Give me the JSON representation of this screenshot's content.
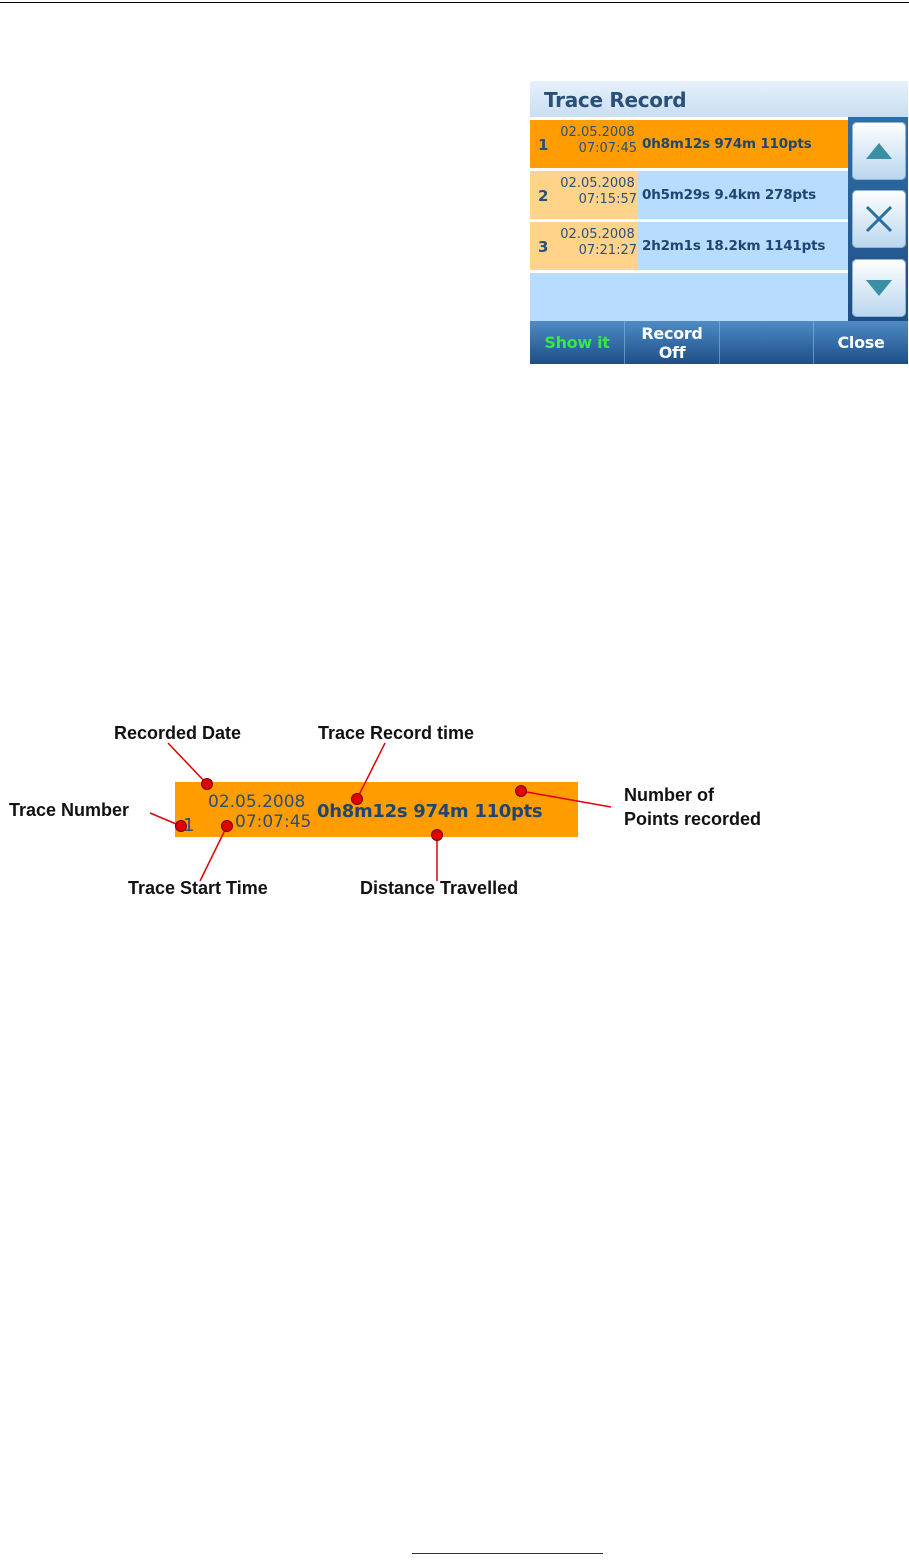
{
  "window": {
    "title": "Trace Record",
    "traces": [
      {
        "number": "1",
        "date": "02.05.2008",
        "time": "07:07:45",
        "stats": "0h8m12s 974m 110pts",
        "selected": true
      },
      {
        "number": "2",
        "date": "02.05.2008",
        "time": "07:15:57",
        "stats": "0h5m29s 9.4km 278pts",
        "selected": false
      },
      {
        "number": "3",
        "date": "02.05.2008",
        "time": "07:21:27",
        "stats": "2h2m1s 18.2km 1141pts",
        "selected": false
      }
    ],
    "side_buttons": {
      "up_icon": "up-arrow-icon",
      "delete_icon": "close-x-icon",
      "down_icon": "down-arrow-icon"
    },
    "bottom_bar": {
      "show_label": "Show it",
      "record_label_line1": "Record",
      "record_label_line2": "Off",
      "close_label": "Close"
    },
    "colors": {
      "selected_row": "#ff9d00",
      "row": "#b7dcff",
      "row_lead": "#ffd48a",
      "show_it": "#33e84a",
      "text": "#2a4f78"
    }
  },
  "diagram": {
    "strip": {
      "number": "1",
      "date": "02.05.2008",
      "time": "07:07:45",
      "stats": "0h8m12s 974m 110pts"
    },
    "labels": {
      "recorded_date": "Recorded Date",
      "trace_record_time": "Trace Record time",
      "trace_number": "Trace Number",
      "points_line1": "Number of",
      "points_line2": "Points recorded",
      "trace_start_time": "Trace Start Time",
      "distance": "Distance Travelled"
    },
    "marker_color": "#e00000"
  }
}
